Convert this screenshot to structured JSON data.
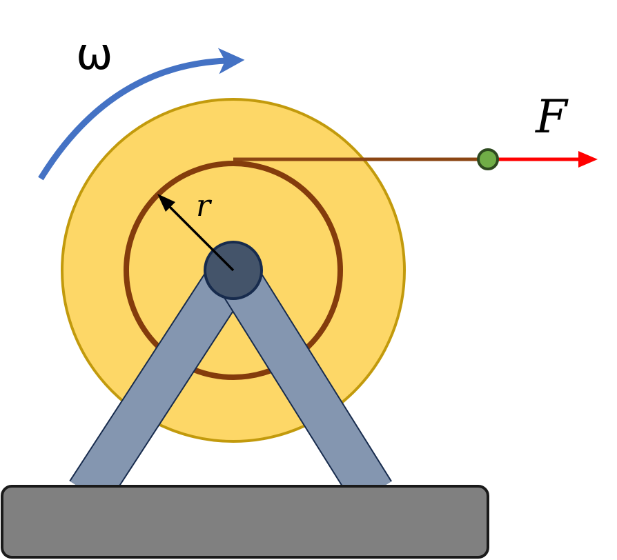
{
  "labels": {
    "omega": "ω",
    "force": "F",
    "radius": "r"
  },
  "colors": {
    "wheel_fill": "#FDD767",
    "wheel_stroke": "#C29A0C",
    "inner_ring": "#843C0C",
    "rope": "#8B4513",
    "stand_fill": "#8496B0",
    "stand_stroke": "#172B4D",
    "hub_fill": "#44546A",
    "base_fill": "#808080",
    "base_stroke": "#1A1A1A",
    "omega_arrow": "#4472C4",
    "force_arrow": "#FF0000",
    "rope_end_fill": "#70AD47",
    "rope_end_stroke": "#2E4A1F",
    "radius_arrow": "#000000"
  }
}
